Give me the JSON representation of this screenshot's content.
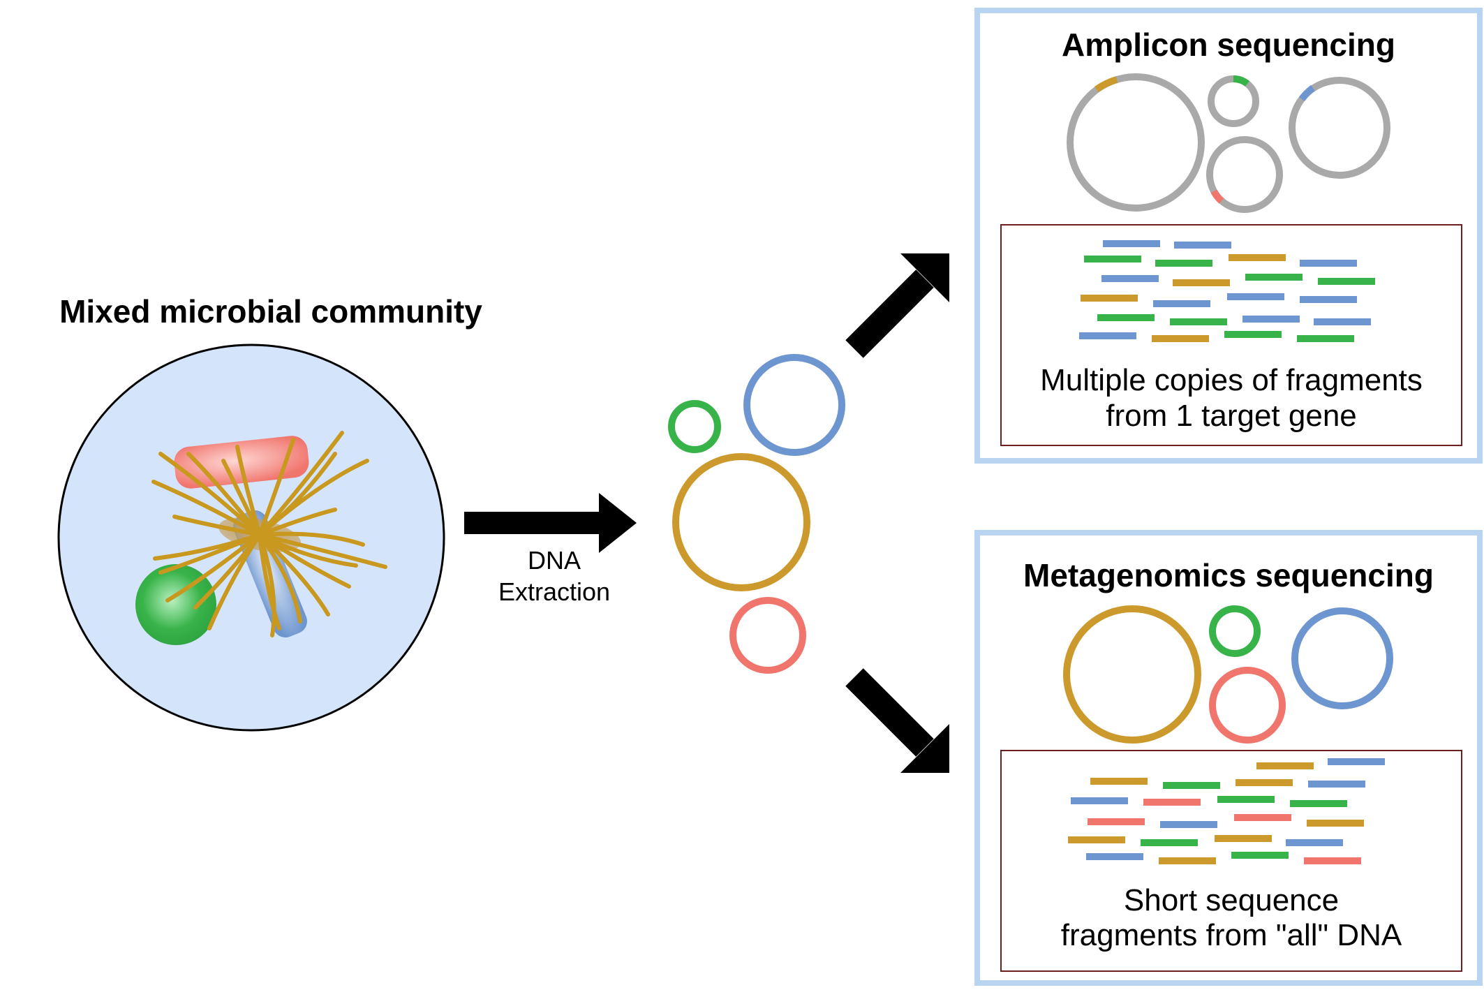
{
  "left": {
    "title": "Mixed microbial community"
  },
  "arrow_label": {
    "line1": "DNA",
    "line2": "Extraction"
  },
  "amplicon": {
    "title": "Amplicon sequencing",
    "caption_line1": "Multiple copies of fragments",
    "caption_line2": "from 1 target gene"
  },
  "metagenomics": {
    "title": "Metagenomics sequencing",
    "caption_line1": "Short sequence",
    "caption_line2": "fragments from \"all\" DNA"
  },
  "colors": {
    "panel_border": "#b8d4f1",
    "inner_border": "#6b1f1f",
    "cell_fill": "#d4e4fb",
    "green": "#38b349",
    "blue": "#6d95cf",
    "gold": "#cc9a2c",
    "red": "#f0756d",
    "gray": "#a9a9a9",
    "arrow": "#000000"
  }
}
